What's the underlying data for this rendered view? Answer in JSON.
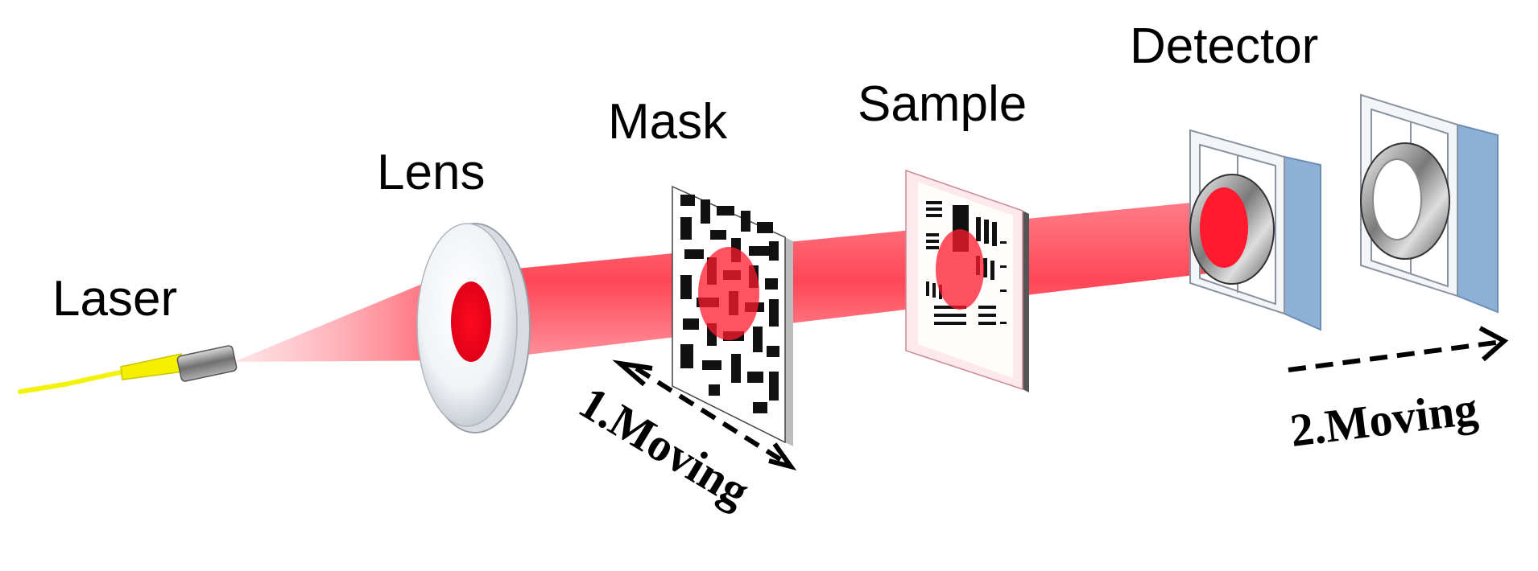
{
  "labels": {
    "laser": "Laser",
    "lens": "Lens",
    "mask": "Mask",
    "sample": "Sample",
    "detector": "Detector"
  },
  "moves": {
    "mask_move": "1.Moving",
    "detector_move": "2.Moving"
  },
  "colors": {
    "beam": "#ff1a2e",
    "fiber": "#f2f20a",
    "detector_frame": "#8fb0d6"
  }
}
